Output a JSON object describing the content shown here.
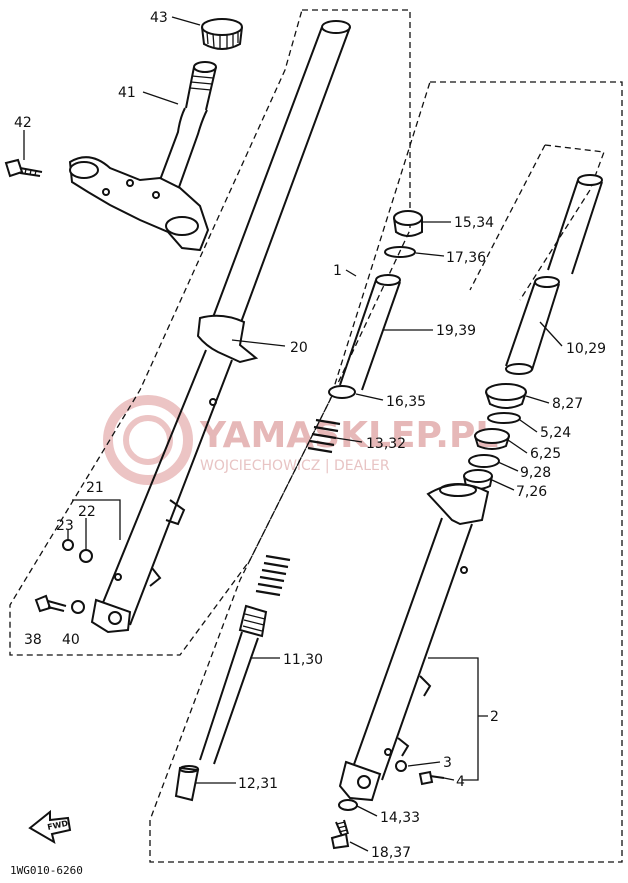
{
  "diagram_code": "1WG010-6260",
  "watermark": {
    "brand": "YAMASKLEP.PL",
    "sub": "WOJCIECHOWICZ | DEALER"
  },
  "fwd_label": "FWD",
  "callouts": [
    {
      "id": "c43",
      "text": "43"
    },
    {
      "id": "c41",
      "text": "41"
    },
    {
      "id": "c42",
      "text": "42"
    },
    {
      "id": "c20",
      "text": "20"
    },
    {
      "id": "c21",
      "text": "21"
    },
    {
      "id": "c22",
      "text": "22"
    },
    {
      "id": "c23",
      "text": "23"
    },
    {
      "id": "c38",
      "text": "38"
    },
    {
      "id": "c40",
      "text": "40"
    },
    {
      "id": "c1",
      "text": "1"
    },
    {
      "id": "c15",
      "text": "15,34"
    },
    {
      "id": "c17",
      "text": "17,36"
    },
    {
      "id": "c19",
      "text": "19,39"
    },
    {
      "id": "c16",
      "text": "16,35"
    },
    {
      "id": "c13",
      "text": "13,32"
    },
    {
      "id": "c11",
      "text": "11,30"
    },
    {
      "id": "c12",
      "text": "12,31"
    },
    {
      "id": "c10",
      "text": "10,29"
    },
    {
      "id": "c8",
      "text": "8,27"
    },
    {
      "id": "c5",
      "text": "5,24"
    },
    {
      "id": "c6",
      "text": "6,25"
    },
    {
      "id": "c9",
      "text": "9,28"
    },
    {
      "id": "c7",
      "text": "7,26"
    },
    {
      "id": "c2",
      "text": "2"
    },
    {
      "id": "c3",
      "text": "3"
    },
    {
      "id": "c4",
      "text": "4"
    },
    {
      "id": "c14",
      "text": "14,33"
    },
    {
      "id": "c18",
      "text": "18,37"
    }
  ]
}
